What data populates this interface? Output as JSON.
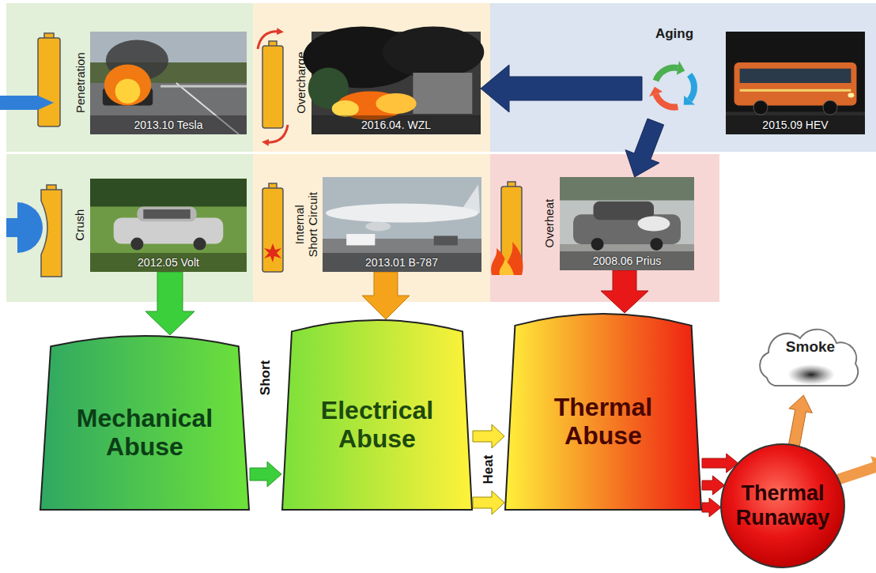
{
  "diagram": {
    "nodes": [
      {
        "text": [
          "Penetration",
          "2013.10 Tesla"
        ]
      },
      {
        "text": [
          "Overcharge",
          "2016.04. WZL"
        ]
      },
      {
        "text": [
          "Aging"
        ]
      },
      {
        "text": [
          "2015.09 HEV"
        ]
      },
      {
        "text": [
          "Crush",
          "2012.05 Volt"
        ]
      },
      {
        "text": [
          "Internal Short Circuit",
          "2013.01 B-787"
        ]
      },
      {
        "text": [
          "Overheat",
          "2008.06 Prius"
        ]
      },
      {
        "text": [
          "Mechanical Abuse"
        ]
      },
      {
        "text": [
          "Electrical Abuse"
        ]
      },
      {
        "text": [
          "Thermal Abuse"
        ]
      },
      {
        "text": [
          "Thermal Runaway"
        ]
      },
      {
        "text": [
          "Smoke"
        ]
      }
    ],
    "edges": [
      {
        "from": 2,
        "to": 1,
        "arrow": "to"
      },
      {
        "from": 2,
        "to": 6,
        "arrow": "to"
      },
      {
        "from": 4,
        "to": 7,
        "arrow": "to"
      },
      {
        "from": 5,
        "to": 8,
        "arrow": "to"
      },
      {
        "from": 6,
        "to": 9,
        "arrow": "to"
      },
      {
        "from": 7,
        "to": 8,
        "label": "Short",
        "arrow": "to"
      },
      {
        "from": 8,
        "to": 9,
        "label": "Heat",
        "arrow": "to"
      },
      {
        "from": 9,
        "to": 10,
        "arrow": "to"
      },
      {
        "from": 10,
        "to": 11,
        "arrow": "to"
      }
    ]
  }
}
